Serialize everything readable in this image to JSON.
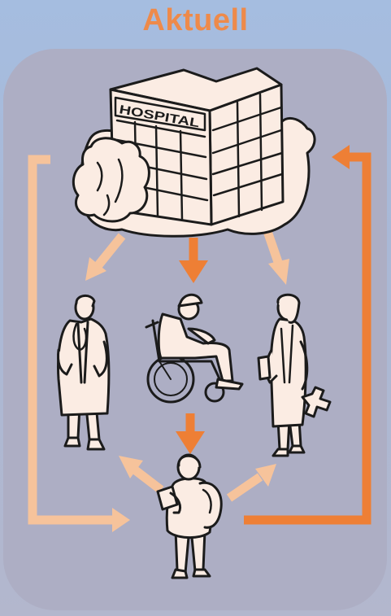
{
  "title": "Aktuell",
  "building_sign": "HOSPITAL",
  "colors": {
    "accent_orange": "#ee7f35",
    "light_orange": "#f6c39b",
    "figure_fill": "#fbece3",
    "outline": "#1b1b1b",
    "panel": "#adaec4",
    "title": "#ee8a4a"
  },
  "nodes": [
    {
      "id": "hospital",
      "icon": "hospital-building-icon"
    },
    {
      "id": "doctor",
      "icon": "doctor-icon"
    },
    {
      "id": "patient",
      "icon": "wheelchair-patient-icon"
    },
    {
      "id": "nurse",
      "icon": "nurse-icon"
    },
    {
      "id": "relative",
      "icon": "walking-person-icon"
    }
  ]
}
